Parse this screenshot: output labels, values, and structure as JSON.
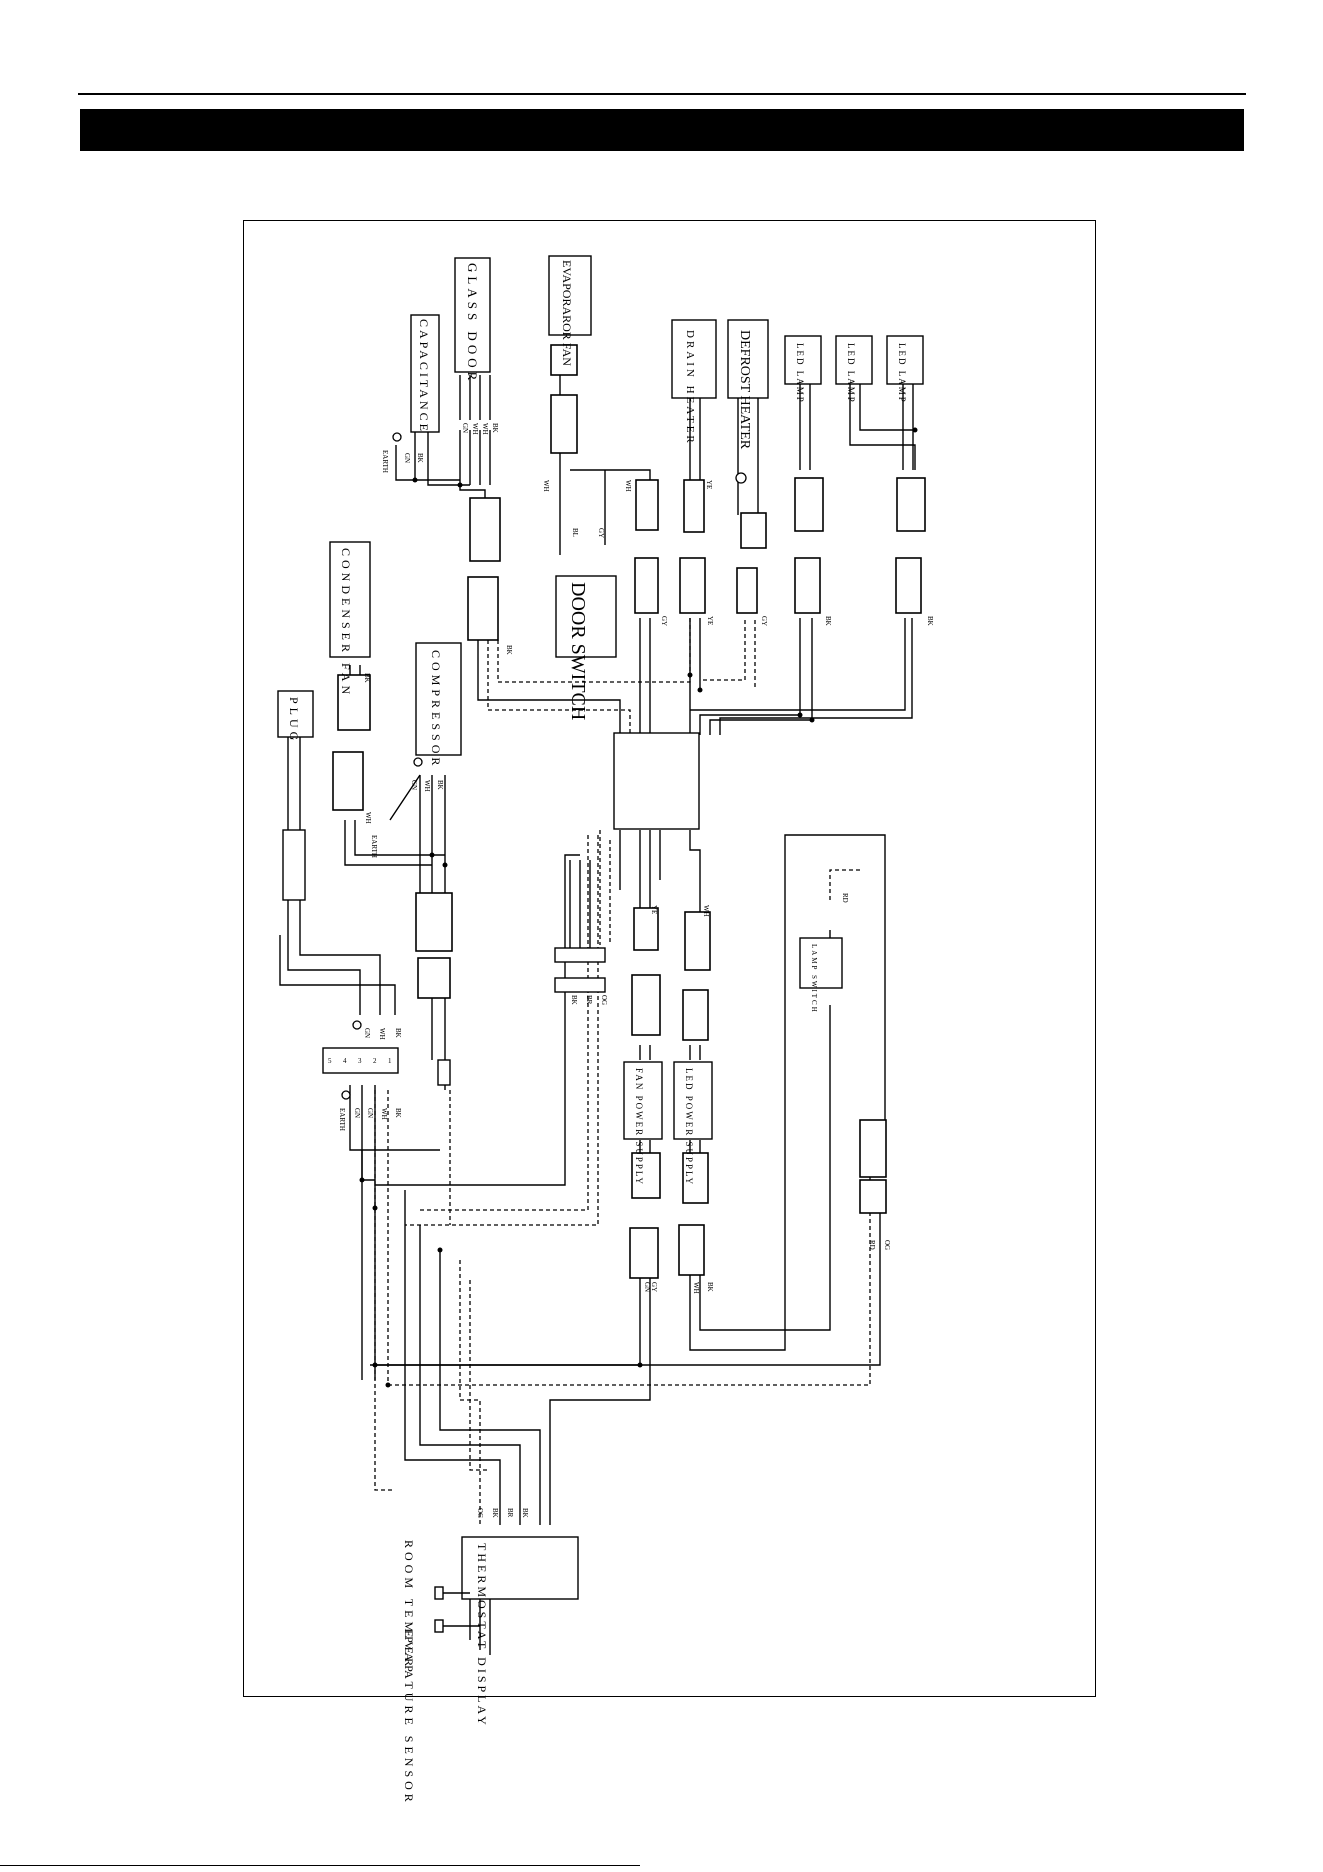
{
  "page": {
    "title_bar_text": ""
  },
  "components": {
    "glass_door": "GLASS DOOR",
    "capacitance": "CAPACITANCE",
    "evaporator_fan": "EVAPORAROR FAN",
    "drain_heater": "DRAIN HEATER",
    "defrost_heater": "DEFROST HEATER",
    "led_lamp_1": "LED LAMP",
    "led_lamp_2": "LED LAMP",
    "led_lamp_3": "LED LAMP",
    "door_switch": "DOOR SWITCH",
    "condenser_fan": "CONDENSER FAN",
    "compressor": "COMPRESSOR",
    "plug": "PLUG",
    "fan_power_supply": "FAN POWER SUPPLY",
    "led_power_supply": "LED POWER SUPPLY",
    "lamp_switch": "LAMP SWITCH",
    "thermostat_display": "THERMOSTAT DISPLAY",
    "room_temperature_sensor": "ROOM TEMPERATURE SENSOR",
    "evap": "EVAP"
  },
  "wire_codes": {
    "earth": "EARTH",
    "wh": "WH",
    "bl": "BL",
    "gy": "GY",
    "ye": "YE",
    "gn": "GN",
    "bk": "BK",
    "rd": "RD",
    "og": "OG",
    "br": "BR"
  },
  "terminal_numbers": [
    "1",
    "2",
    "3",
    "4",
    "5"
  ]
}
